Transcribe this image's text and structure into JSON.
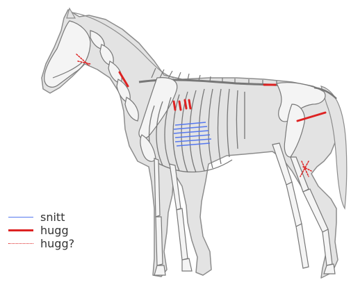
{
  "legend": {
    "items": [
      {
        "label": "snitt",
        "color": "#5577ee",
        "style": "solid"
      },
      {
        "label": "hugg",
        "color": "#dd2222",
        "style": "solid-thick"
      },
      {
        "label": "hugg?",
        "color": "#dd2222",
        "style": "dotted"
      }
    ]
  },
  "colors": {
    "body_fill": "#e3e3e3",
    "outline": "#8c8c8c",
    "bone_fill": "#f4f4f4",
    "bone_stroke": "#777777",
    "cut": "#5577ee",
    "blow": "#dd2222"
  }
}
